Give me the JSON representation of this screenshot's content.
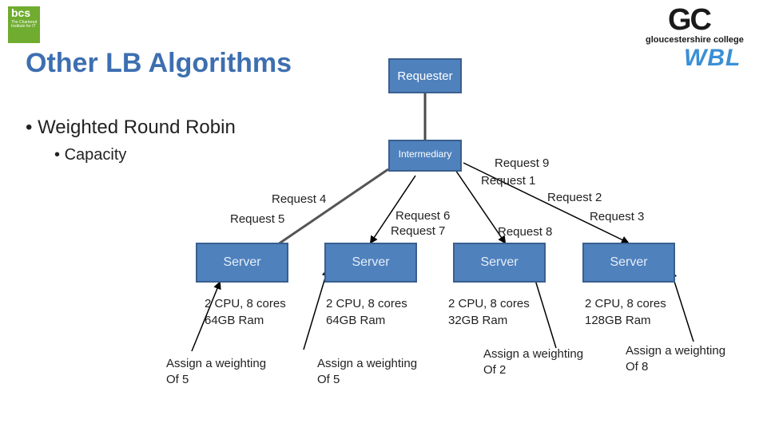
{
  "slide": {
    "title": "Other LB Algorithms",
    "bullets": [
      "Weighted Round Robin"
    ],
    "sub_bullets": [
      "Capacity"
    ]
  },
  "logos": {
    "left": {
      "text": "bcs",
      "small": "The Chartered Institute for IT"
    },
    "right": {
      "letters": "GC",
      "name": "gloucestershire college",
      "program": "WBL"
    }
  },
  "diagram": {
    "requester": "Requester",
    "intermediary": "Intermediary",
    "request_labels": {
      "r4": "Request 4",
      "r5": "Request 5",
      "r6": "Request 6",
      "r7": "Request 7",
      "r9": "Request 9",
      "r1": "Request 1",
      "r2": "Request 2",
      "r3": "Request 3",
      "r8": "Request 8"
    },
    "servers": [
      {
        "label": "Server",
        "cpu": "2 CPU, 8 cores",
        "ram": "64GB Ram",
        "assign1": "Assign a weighting",
        "assign2": "Of 5"
      },
      {
        "label": "Server",
        "cpu": "2 CPU, 8 cores",
        "ram": "64GB Ram",
        "assign1": "Assign a weighting",
        "assign2": "Of 5"
      },
      {
        "label": "Server",
        "cpu": "2 CPU, 8 cores",
        "ram": "32GB Ram",
        "assign1": "Assign a weighting",
        "assign2": "Of 2"
      },
      {
        "label": "Server",
        "cpu": "2 CPU, 8 cores",
        "ram": "128GB Ram",
        "assign1": "Assign a weighting",
        "assign2": "Of 8"
      }
    ],
    "colors": {
      "box_fill": "#4f81bd",
      "box_border": "#3a5f8e",
      "title": "#3d6fb0"
    }
  }
}
